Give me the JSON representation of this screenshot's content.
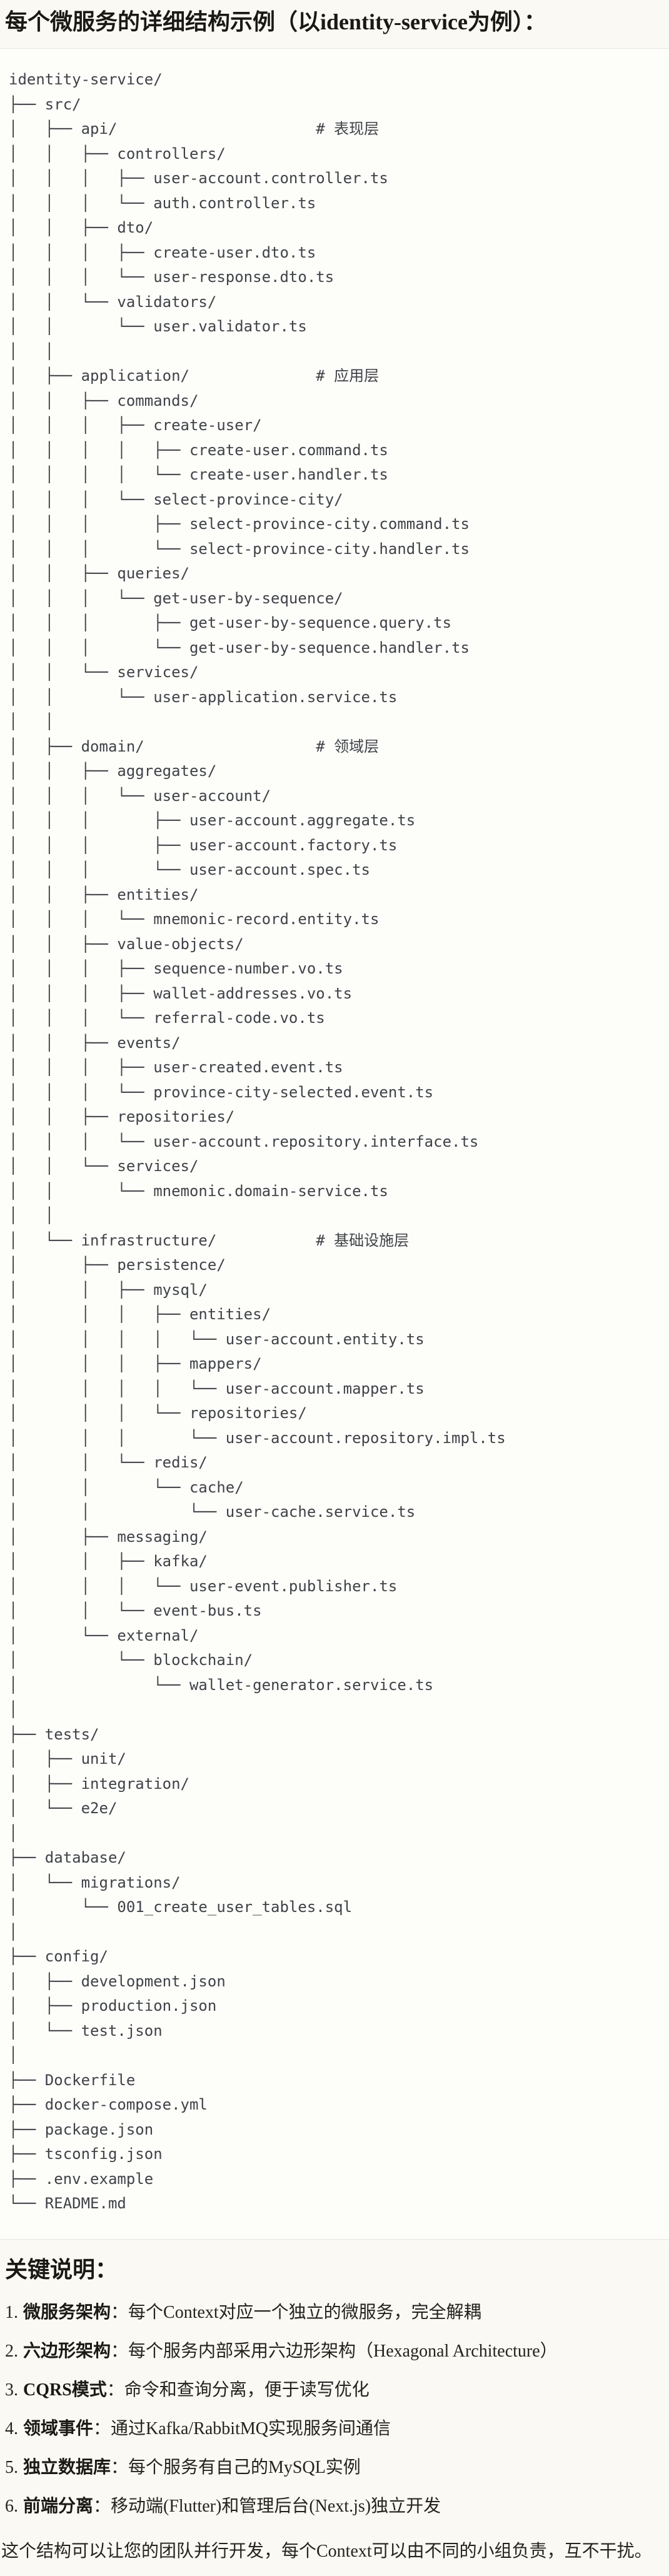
{
  "doc": {
    "title": "每个微服务的详细结构示例（以identity-service为例）：",
    "code": {
      "language_hint": "directory-tree",
      "comment_column": 34,
      "lines": [
        "identity-service/",
        "├── src/",
        "│   ├── api/",
        "│   │   ├── controllers/",
        "│   │   │   ├── user-account.controller.ts",
        "│   │   │   └── auth.controller.ts",
        "│   │   ├── dto/",
        "│   │   │   ├── create-user.dto.ts",
        "│   │   │   └── user-response.dto.ts",
        "│   │   └── validators/",
        "│   │       └── user.validator.ts",
        "│   │",
        "│   ├── application/",
        "│   │   ├── commands/",
        "│   │   │   ├── create-user/",
        "│   │   │   │   ├── create-user.command.ts",
        "│   │   │   │   └── create-user.handler.ts",
        "│   │   │   └── select-province-city/",
        "│   │   │       ├── select-province-city.command.ts",
        "│   │   │       └── select-province-city.handler.ts",
        "│   │   ├── queries/",
        "│   │   │   └── get-user-by-sequence/",
        "│   │   │       ├── get-user-by-sequence.query.ts",
        "│   │   │       └── get-user-by-sequence.handler.ts",
        "│   │   └── services/",
        "│   │       └── user-application.service.ts",
        "│   │",
        "│   ├── domain/",
        "│   │   ├── aggregates/",
        "│   │   │   └── user-account/",
        "│   │   │       ├── user-account.aggregate.ts",
        "│   │   │       ├── user-account.factory.ts",
        "│   │   │       └── user-account.spec.ts",
        "│   │   ├── entities/",
        "│   │   │   └── mnemonic-record.entity.ts",
        "│   │   ├── value-objects/",
        "│   │   │   ├── sequence-number.vo.ts",
        "│   │   │   ├── wallet-addresses.vo.ts",
        "│   │   │   └── referral-code.vo.ts",
        "│   │   ├── events/",
        "│   │   │   ├── user-created.event.ts",
        "│   │   │   └── province-city-selected.event.ts",
        "│   │   ├── repositories/",
        "│   │   │   └── user-account.repository.interface.ts",
        "│   │   └── services/",
        "│   │       └── mnemonic.domain-service.ts",
        "│   │",
        "│   └── infrastructure/",
        "│       ├── persistence/",
        "│       │   ├── mysql/",
        "│       │   │   ├── entities/",
        "│       │   │   │   └── user-account.entity.ts",
        "│       │   │   ├── mappers/",
        "│       │   │   │   └── user-account.mapper.ts",
        "│       │   │   └── repositories/",
        "│       │   │       └── user-account.repository.impl.ts",
        "│       │   └── redis/",
        "│       │       └── cache/",
        "│       │           └── user-cache.service.ts",
        "│       ├── messaging/",
        "│       │   ├── kafka/",
        "│       │   │   └── user-event.publisher.ts",
        "│       │   └── event-bus.ts",
        "│       └── external/",
        "│           └── blockchain/",
        "│               └── wallet-generator.service.ts",
        "│",
        "├── tests/",
        "│   ├── unit/",
        "│   ├── integration/",
        "│   └── e2e/",
        "│",
        "├── database/",
        "│   └── migrations/",
        "│       └── 001_create_user_tables.sql",
        "│",
        "├── config/",
        "│   ├── development.json",
        "│   ├── production.json",
        "│   └── test.json",
        "│",
        "├── Dockerfile",
        "├── docker-compose.yml",
        "├── package.json",
        "├── tsconfig.json",
        "├── .env.example",
        "└── README.md"
      ],
      "layer_comments": {
        "2": "# 表现层",
        "12": "# 应用层",
        "27": "# 领域层",
        "47": "# 基础设施层"
      }
    },
    "notes": {
      "heading": "关键说明：",
      "items": [
        {
          "num": "1.",
          "label": "微服务架构",
          "text": "：每个Context对应一个独立的微服务，完全解耦"
        },
        {
          "num": "2.",
          "label": "六边形架构",
          "text": "：每个服务内部采用六边形架构（Hexagonal Architecture）"
        },
        {
          "num": "3.",
          "label": "CQRS模式",
          "text": "：命令和查询分离，便于读写优化"
        },
        {
          "num": "4.",
          "label": "领域事件",
          "text": "：通过Kafka/RabbitMQ实现服务间通信"
        },
        {
          "num": "5.",
          "label": "独立数据库",
          "text": "：每个服务有自己的MySQL实例"
        },
        {
          "num": "6.",
          "label": "前端分离",
          "text": "：移动端(Flutter)和管理后台(Next.js)独立开发"
        }
      ],
      "footer": "这个结构可以让您的团队并行开发，每个Context可以由不同的小组负责，互不干扰。"
    },
    "colors": {
      "page_bg": "#faf9f4",
      "code_bg": "#fdfdfa",
      "code_border": "#e8e6e0",
      "code_text": "#3f4247",
      "heading_text": "#1a1915",
      "body_text": "#24231f"
    }
  }
}
